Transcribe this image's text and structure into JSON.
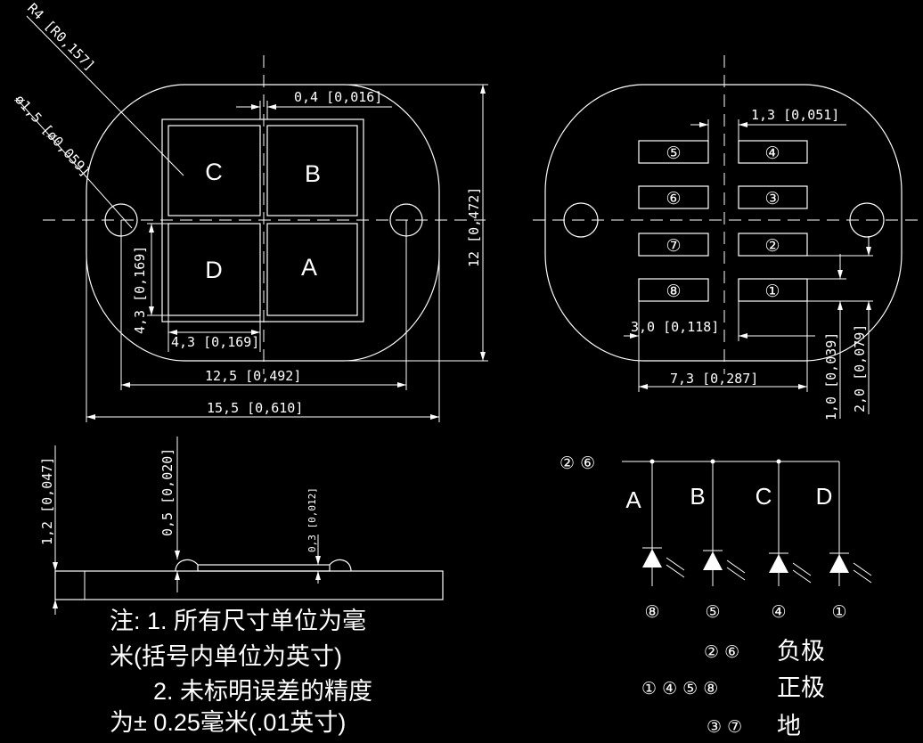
{
  "colors": {
    "background": "#000000",
    "line": "#ffffff"
  },
  "top_view": {
    "radius_dim": "R4 [R0,157]",
    "hole_dim": "ø1,5 [ø0,059]",
    "gap_dim": "0,4 [0,016]",
    "height_dim": "12 [0,472]",
    "width_inner_dim": "12,5 [0,492]",
    "width_outer_dim": "15,5 [0,610]",
    "pad_w_dim": "4,3 [0,169]",
    "pad_h_dim": "4,3 [0,169]",
    "pad_labels": {
      "c": "C",
      "b": "B",
      "d": "D",
      "a": "A"
    }
  },
  "bottom_view": {
    "pad_gap_dim": "1,3 [0,051]",
    "pad_span_dim": "3,0 [0,118]",
    "total_span_dim": "7,3 [0,287]",
    "pitch_1_dim": "1,0 [0,039]",
    "pitch_2_dim": "2,0 [0,079]",
    "pads_left": [
      "⑤",
      "⑥",
      "⑦",
      "⑧"
    ],
    "pads_right": [
      "④",
      "③",
      "②",
      "①"
    ]
  },
  "side_view": {
    "thickness_dim": "1,2 [0,047]",
    "dome_dim": "0,5 [0,020]",
    "step_dim": "0,3 [0,012]"
  },
  "circuit": {
    "common": "② ⑥",
    "labels": [
      "A",
      "B",
      "C",
      "D"
    ],
    "pins": [
      "⑧",
      "⑤",
      "④",
      "①"
    ]
  },
  "notes": {
    "line1": "注: 1. 所有尺寸单位为毫",
    "line2": "米(括号内单位为英寸)",
    "line3": "2. 未标明误差的精度",
    "line4": "为± 0.25毫米(.01英寸)"
  },
  "legend": {
    "neg_pins": "② ⑥",
    "neg_label": "负极",
    "pos_pins": "① ④ ⑤ ⑧",
    "pos_label": "正极",
    "gnd_pins": "③ ⑦",
    "gnd_label": "地"
  }
}
